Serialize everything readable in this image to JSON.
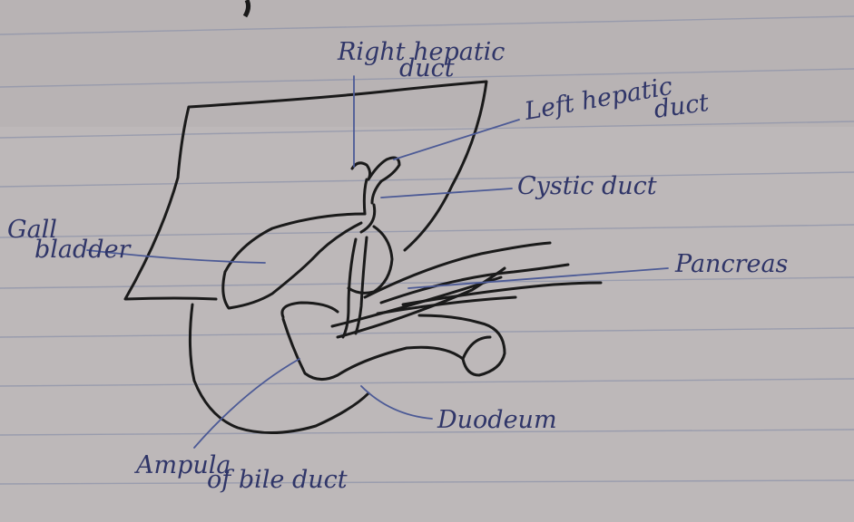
{
  "diagram": {
    "labels": {
      "right_hepatic_duct": [
        "Right hepatic",
        "duct"
      ],
      "left_hepatic_duct": [
        "Left hepatic",
        "duct"
      ],
      "cystic_duct": "Cystic duct",
      "gall_bladder": [
        "Gall",
        "bladder"
      ],
      "pancreas": "Pancreas",
      "duodenum": "Duodeum",
      "ampulla": [
        "Ampula",
        "of bile duct"
      ]
    },
    "colors": {
      "paper": "#bdb8b9",
      "rule_line": "#8e93aa",
      "ink": "#1a1a1a",
      "label_ink": "#2f3568",
      "pointer": "#4c5a96"
    }
  }
}
